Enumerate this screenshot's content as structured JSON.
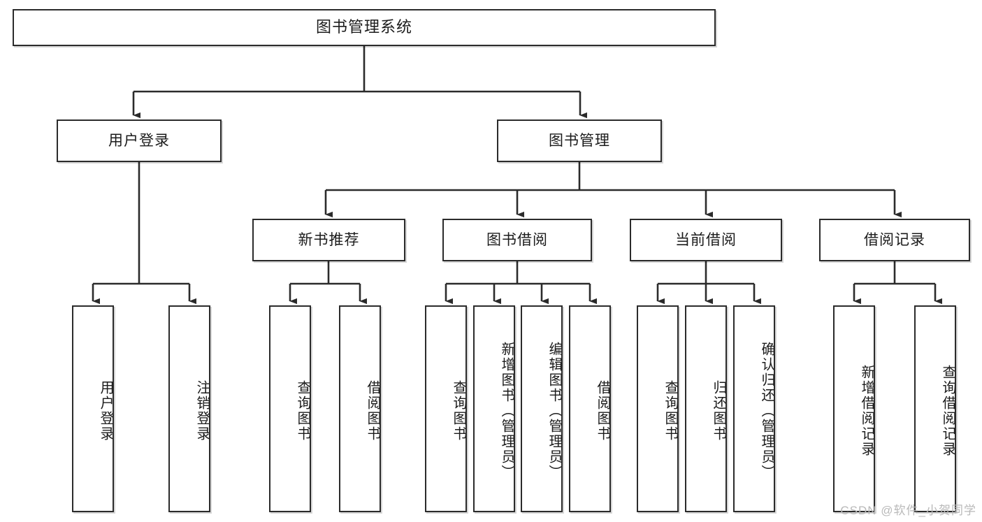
{
  "diagram": {
    "title": "图书管理系统",
    "type": "tree",
    "watermark": "CSDN @软件_小贺同学",
    "colors": {
      "box_border": "#2b2b2b",
      "box_fill": "#ffffff",
      "connector": "#2b2b2b",
      "text": "#1b1b1b",
      "watermark": "#b9b9b9"
    },
    "nodes": {
      "root": {
        "label": "图书管理系统"
      },
      "level2": [
        {
          "id": "user-login",
          "label": "用户登录"
        },
        {
          "id": "book-manage",
          "label": "图书管理"
        }
      ],
      "level3": [
        {
          "id": "new-book-recommend",
          "label": "新书推荐"
        },
        {
          "id": "book-borrow",
          "label": "图书借阅"
        },
        {
          "id": "current-borrow",
          "label": "当前借阅"
        },
        {
          "id": "borrow-record",
          "label": "借阅记录"
        }
      ],
      "leaves": {
        "user-login": [
          {
            "id": "leaf-user-login",
            "label": "用户登录"
          },
          {
            "id": "leaf-logout-login",
            "label": "注销登录"
          }
        ],
        "new-book-recommend": [
          {
            "id": "leaf-query-book-1",
            "label": "查询图书"
          },
          {
            "id": "leaf-borrow-book-1",
            "label": "借阅图书"
          }
        ],
        "book-borrow": [
          {
            "id": "leaf-query-book-2",
            "label": "查询图书"
          },
          {
            "id": "leaf-add-book-admin",
            "label": "新增图书（管理员）"
          },
          {
            "id": "leaf-edit-book-admin",
            "label": "编辑图书（管理员）"
          },
          {
            "id": "leaf-borrow-book-2",
            "label": "借阅图书"
          }
        ],
        "current-borrow": [
          {
            "id": "leaf-query-book-3",
            "label": "查询图书"
          },
          {
            "id": "leaf-return-book",
            "label": "归还图书"
          },
          {
            "id": "leaf-confirm-return-admin",
            "label": "确认归还（管理员）"
          }
        ],
        "borrow-record": [
          {
            "id": "leaf-add-borrow-record",
            "label": "新增借阅记录"
          },
          {
            "id": "leaf-query-borrow-record",
            "label": "查询借阅记录"
          }
        ]
      }
    }
  }
}
